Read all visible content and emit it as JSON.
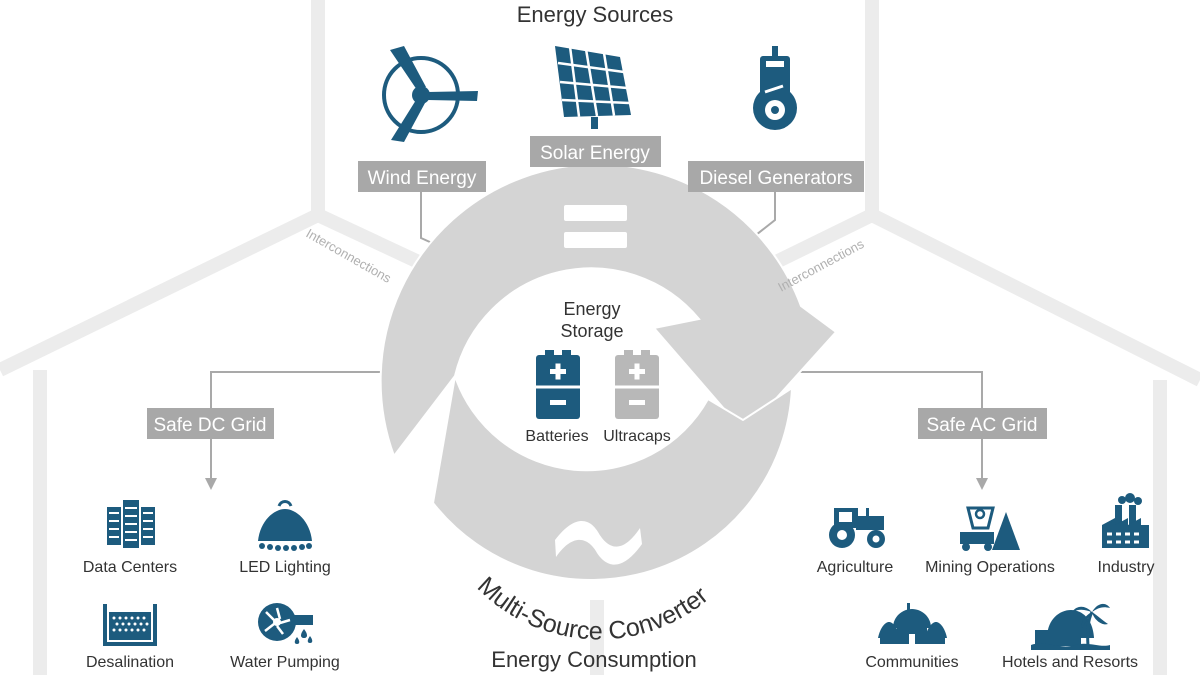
{
  "titles": {
    "sources": "Energy Sources",
    "consumption": "Energy Consumption",
    "converter": "Multi-Source Converter"
  },
  "sources": {
    "wind": "Wind Energy",
    "solar": "Solar Energy",
    "diesel": "Diesel Generators"
  },
  "interconnections": {
    "left": "Interconnections",
    "right": "Interconnections"
  },
  "storage": {
    "title_line1": "Energy",
    "title_line2": "Storage",
    "batteries": "Batteries",
    "ultracaps": "Ultracaps"
  },
  "grids": {
    "dc": "Safe DC Grid",
    "ac": "Safe AC Grid"
  },
  "dc_loads": {
    "data_centers": "Data Centers",
    "led_lighting": "LED Lighting",
    "desalination": "Desalination",
    "water_pumping": "Water Pumping"
  },
  "ac_loads": {
    "agriculture": "Agriculture",
    "mining": "Mining Operations",
    "industry": "Industry",
    "communities": "Communities",
    "hotels": "Hotels and Resorts"
  },
  "colors": {
    "brand_blue": "#1d5b7e",
    "label_bg": "#a8a8a8",
    "ring_gray": "#d4d4d4",
    "hex_lines": "#ececec",
    "line_gray": "#a9a9a9",
    "text_dark": "#333333"
  }
}
